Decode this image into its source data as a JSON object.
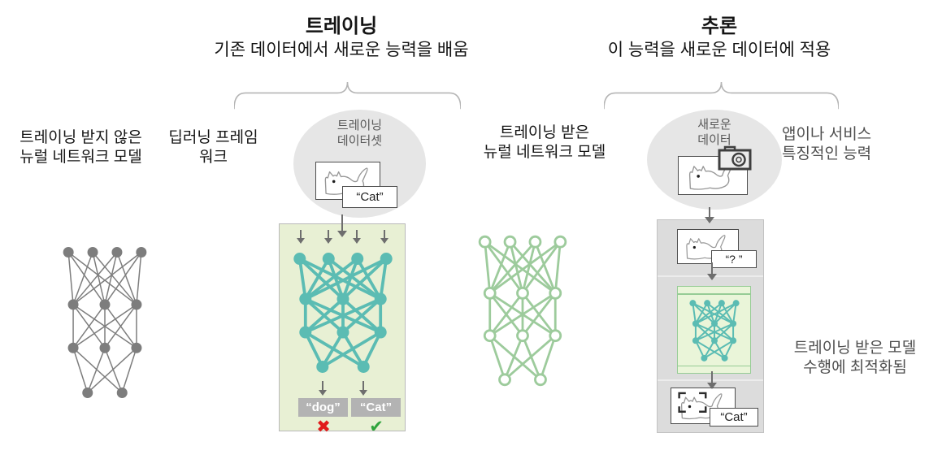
{
  "colors": {
    "circle_bg": "#e6e6e6",
    "gray_box_bg": "#dcdcdc",
    "green_box_bg": "#e8f0d4",
    "green_box_border": "#b9b9b9",
    "inner_green_bg": "#eaf5d9",
    "inner_green_border": "#96cc95",
    "chip_gray_bg": "#b3b3b3",
    "arrow": "#6e6e6e",
    "brace": "#b5b5b5",
    "muted_text": "#4f4f4f",
    "cross_red": "#e11b1b",
    "check_green": "#2fa43c",
    "teal": "#5bbcb3",
    "net_gray": "#7d7d7d",
    "net_green": "#9dcb9c"
  },
  "sections": {
    "training": {
      "title": "트레이닝",
      "subtitle": "기존 데이터에서 새로운 능력을 배움"
    },
    "inference": {
      "title": "추론",
      "subtitle": "이 능력을 새로운 데이터에 적용"
    }
  },
  "labels": {
    "untrained_model": "트레이닝 받지 않은\n뉴럴 네트워크 모델",
    "dl_framework": "딥러닝 프레임\n워크",
    "training_dataset": "트레이닝\n데이터셋",
    "trained_model": "트레이닝 받은\n뉴럴 네트워크 모델",
    "new_data": "새로운\n데이터",
    "app_service": "앱이나 서비스\n특징적인 능력",
    "optimized": "트레이닝 받은 모델\n수행에 최적화됨"
  },
  "chips": {
    "cat_dataset": "“Cat”",
    "dog_out": "“dog”",
    "cat_out": "“Cat”",
    "question": "“? ”",
    "cat_result": "“Cat”",
    "cross": "✖",
    "check": "✔"
  },
  "networks": {
    "untrained": {
      "layers": [
        4,
        3,
        3,
        2
      ],
      "color": "#7d7d7d",
      "node_fill": "solid",
      "node_r": 6.5,
      "line_w": 1.5
    },
    "training": {
      "layers": [
        4,
        3,
        3,
        2
      ],
      "color": "#5bbcb3",
      "node_fill": "solid",
      "node_r": 7.5,
      "line_w": 3.8
    },
    "trained": {
      "layers": [
        4,
        3,
        3,
        2
      ],
      "color": "#9dcb9c",
      "node_fill": "hollow",
      "node_r": 6.5,
      "line_w": 2.8
    },
    "deployed": {
      "layers": [
        4,
        3,
        3,
        2
      ],
      "color": "#5bbcb3",
      "node_fill": "solid",
      "node_r": 4,
      "line_w": 2
    }
  }
}
